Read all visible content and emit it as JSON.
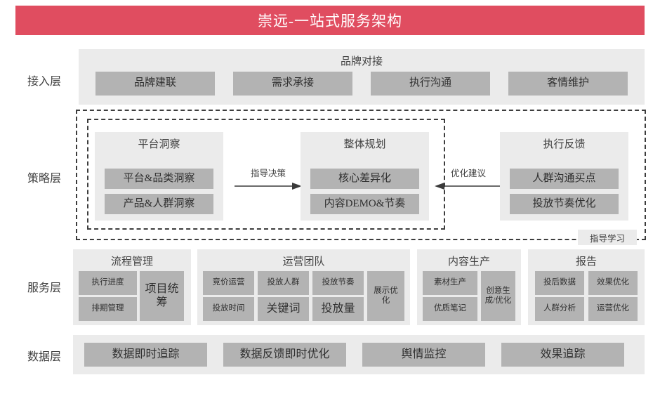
{
  "banner": {
    "title": "崇远-一站式服务架构",
    "color": "#e04d60"
  },
  "palette": {
    "panel_bg": "#ebebeb",
    "box_bg": "#b3b3b3",
    "text": "#3a3a3a",
    "dash": "#3d3d3d"
  },
  "rows": [
    {
      "label": "接入层"
    },
    {
      "label": "策略层"
    },
    {
      "label": "服务层"
    },
    {
      "label": "数据层"
    }
  ],
  "access_layer": {
    "title": "品牌对接",
    "boxes": [
      {
        "label": "品牌建联"
      },
      {
        "label": "需求承接"
      },
      {
        "label": "执行沟通"
      },
      {
        "label": "客情维护"
      }
    ]
  },
  "strategy_layer": {
    "groups": [
      {
        "title": "平台洞察",
        "boxes": [
          {
            "label": "平台&品类洞察"
          },
          {
            "label": "产品&人群洞察"
          }
        ]
      },
      {
        "title": "整体规划",
        "boxes": [
          {
            "label": "核心差异化"
          },
          {
            "label": "内容DEMO&节奏"
          }
        ]
      },
      {
        "title": "执行反馈",
        "boxes": [
          {
            "label": "人群沟通买点"
          },
          {
            "label": "投放节奏优化"
          }
        ]
      }
    ],
    "arrows": [
      {
        "label": "指导决策",
        "direction": "right"
      },
      {
        "label": "优化建议",
        "direction": "left"
      }
    ],
    "tag": "指导学习"
  },
  "service_layer": {
    "groups": [
      {
        "title": "流程管理",
        "grid": [
          {
            "label": "执行进度"
          },
          {
            "label": "排期管理"
          }
        ],
        "tall": {
          "label": "项目统筹"
        }
      },
      {
        "title": "运营团队",
        "grid": [
          {
            "label": "竞价运营"
          },
          {
            "label": "投放人群"
          },
          {
            "label": "投放节奏"
          },
          {
            "label": "投放时间"
          },
          {
            "label": "关键词"
          },
          {
            "label": "投放量"
          }
        ],
        "tall": {
          "label": "展示优化"
        }
      },
      {
        "title": "内容生产",
        "grid": [
          {
            "label": "素材生产"
          },
          {
            "label": "优质笔记"
          }
        ],
        "tall": {
          "label": "创意生成/优化"
        }
      },
      {
        "title": "报告",
        "grid": [
          {
            "label": "投后数据"
          },
          {
            "label": "效果优化"
          },
          {
            "label": "人群分析"
          },
          {
            "label": "运营优化"
          }
        ]
      }
    ]
  },
  "data_layer": {
    "boxes": [
      {
        "label": "数据即时追踪"
      },
      {
        "label": "数据反馈即时优化"
      },
      {
        "label": "舆情监控"
      },
      {
        "label": "效果追踪"
      }
    ]
  }
}
